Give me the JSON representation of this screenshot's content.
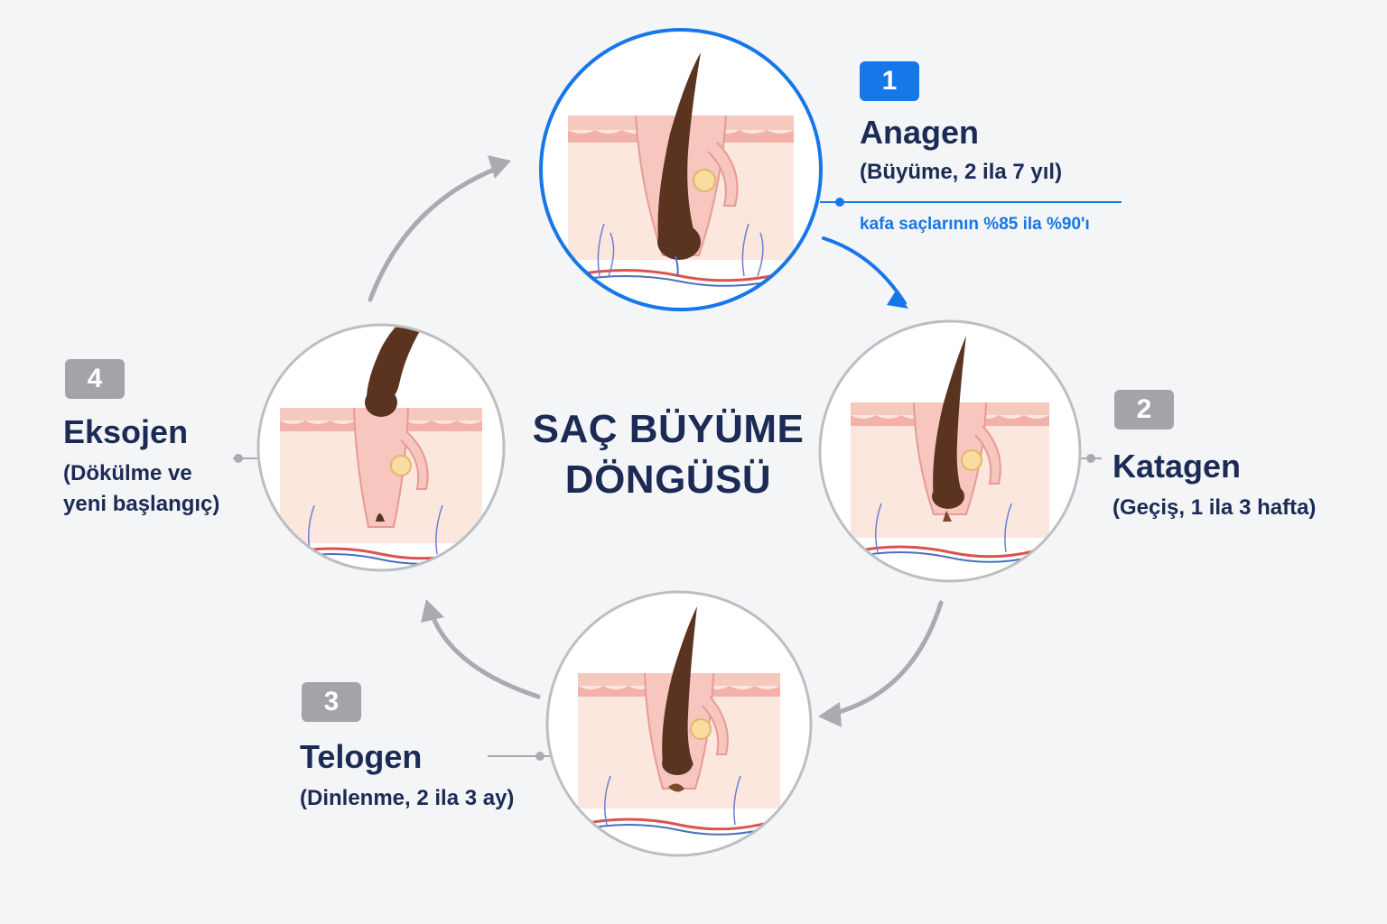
{
  "title": {
    "line1": "SAÇ BÜYÜME",
    "line2": "DÖNGÜSÜ"
  },
  "stages": [
    {
      "number": "1",
      "name": "Anagen",
      "desc": "(Büyüme, 2 ila 7 yıl)",
      "note": "kafa saçlarının %85 ila %90'ı",
      "active": true
    },
    {
      "number": "2",
      "name": "Katagen",
      "desc": "(Geçiş, 1 ila 3 hafta)",
      "active": false
    },
    {
      "number": "3",
      "name": "Telogen",
      "desc": "(Dinlenme, 2 ila 3 ay)",
      "active": false
    },
    {
      "number": "4",
      "name": "Eksojen",
      "desc_line1": "(Dökülme ve",
      "desc_line2": "yeni başlangıç)",
      "active": false
    }
  ],
  "colors": {
    "accent": "#1577e8",
    "inactive_ring": "#bdbec2",
    "arrow_gray": "#a9abaf",
    "text_dark": "#1b2b55",
    "hair": "#5a3420",
    "skin": "#fbe7dd",
    "epidermis": "#f2b2aa"
  },
  "icons": [
    "arrow-icon",
    "hair-follicle-illustration"
  ]
}
